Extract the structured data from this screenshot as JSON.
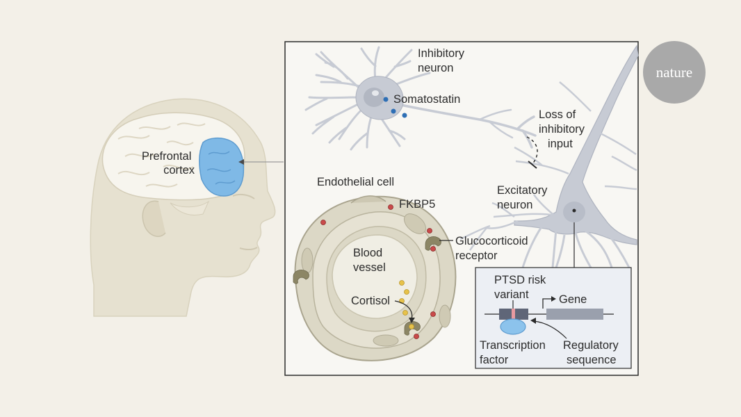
{
  "brand": {
    "logo": "nature"
  },
  "labels": {
    "prefrontal_1": "Prefrontal",
    "prefrontal_2": "cortex",
    "inhibitory_1": "Inhibitory",
    "inhibitory_2": "neuron",
    "somatostatin": "Somatostatin",
    "loss_1": "Loss of",
    "loss_2": "inhibitory",
    "loss_3": "input",
    "excitatory_1": "Excitatory",
    "excitatory_2": "neuron",
    "endothelial": "Endothelial cell",
    "fkbp5": "FKBP5",
    "gluco_1": "Glucocorticoid",
    "gluco_2": "receptor",
    "blood_1": "Blood",
    "blood_2": "vessel",
    "cortisol": "Cortisol",
    "ptsd_1": "PTSD risk",
    "ptsd_2": "variant",
    "gene": "Gene",
    "tf_1": "Transcription",
    "tf_2": "factor",
    "reg_1": "Regulatory",
    "reg_2": "sequence"
  },
  "colors": {
    "background": "#f3f0e8",
    "head": "#e6e1d0",
    "cortex": "#7fb9e6",
    "neuron": "#c7cbd4",
    "cell": "#dcd8c6",
    "fkbp5": "#c94a4a",
    "somatostatin": "#2e6fb5",
    "cortisol": "#e7c24a",
    "receptor": "#8c8665",
    "gene_block": "#9aa0ad",
    "variant": "#e89aa0",
    "tf": "#8cc3ec",
    "logo_circle": "#a9a9a9"
  }
}
